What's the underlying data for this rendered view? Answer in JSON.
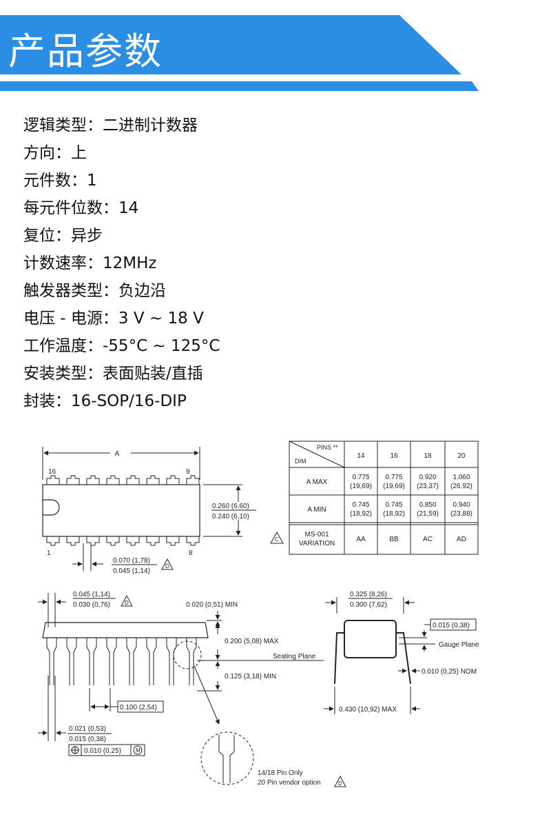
{
  "header": {
    "title": "产品参数"
  },
  "specs": [
    {
      "label": "逻辑类型",
      "value": "二进制计数器"
    },
    {
      "label": "方向",
      "value": "上"
    },
    {
      "label": "元件数",
      "value": "1"
    },
    {
      "label": "每元件位数",
      "value": "14"
    },
    {
      "label": "复位",
      "value": "异步"
    },
    {
      "label": "计数速率",
      "value": "12MHz"
    },
    {
      "label": "触发器类型",
      "value": "负边沿"
    },
    {
      "label": "电压 - 电源",
      "value": "3 V ~ 18 V"
    },
    {
      "label": "工作温度",
      "value": "-55°C ~ 125°C"
    },
    {
      "label": "安装类型",
      "value": "表面贴装/直插"
    },
    {
      "label": "封装",
      "value": "16-SOP/16-DIP"
    }
  ],
  "drawing": {
    "colors": {
      "accent": "#2b8de3",
      "accent_dark": "#1f77cf",
      "line": "#222222"
    },
    "top_view": {
      "dim_a": "A",
      "pin_16": "16",
      "pin_9": "9",
      "pin_1": "1",
      "pin_8": "8",
      "width_max": "0.260 (6,60)",
      "width_min": "0.240 (6,10)",
      "lead_w_max": "0.070 (1,78)",
      "lead_w_min": "0.045 (1,14)",
      "note_d": "D"
    },
    "table": {
      "hdr_pins": "PINS **",
      "hdr_dim": "DIM",
      "pin_counts": [
        "14",
        "16",
        "18",
        "20"
      ],
      "row_a_max_label": "A  MAX",
      "row_a_max": [
        "0.775\n(19,69)",
        "0.775\n(19,69)",
        "0.920\n(23,37)",
        "1.060\n(26,92)"
      ],
      "row_a_min_label": "A  MIN",
      "row_a_min": [
        "0.745\n(18,92)",
        "0.745\n(18,92)",
        "0.850\n(21,59)",
        "0.940\n(23,88)"
      ],
      "variation_label": "MS-001\nVARIATION",
      "variations": [
        "AA",
        "BB",
        "AC",
        "AD"
      ],
      "note_c": "C"
    },
    "side_view": {
      "shoulder_max": "0.045 (1,14)",
      "shoulder_min": "0.030 (0,76)",
      "standoff": "0.020 (0,51) MIN",
      "height": "0.200 (5,08) MAX",
      "seating": "Seating Plane",
      "lead_len": "0.125 (3,18) MIN",
      "pitch": "0.100 (2,54)",
      "lead_t_max": "0.021 (0,53)",
      "lead_t_min": "0.015 (0,38)",
      "position_tol": "0.010 (0,25)",
      "detail_note_1": "14/18 Pin Only",
      "detail_note_2": "20 Pin vendor option"
    },
    "end_view": {
      "row_max": "0.325 (8,26)",
      "row_min": "0.300 (7,62)",
      "gauge_h": "0.015 (0,38)",
      "gauge": "Gauge Plane",
      "lead_thk": "0.010 (0,25) NOM",
      "spread": "0.430 (10,92) MAX"
    }
  }
}
